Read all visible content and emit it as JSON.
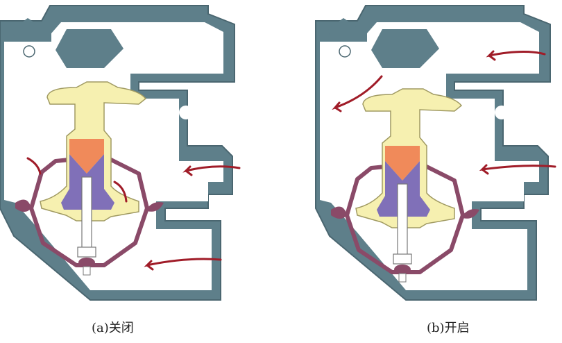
{
  "panels": [
    {
      "id": "a",
      "caption": "(a)关闭",
      "state": "closed"
    },
    {
      "id": "b",
      "caption": "(b)开启",
      "state": "open"
    }
  ],
  "colors": {
    "housing": "#5e7f8a",
    "housing_stroke": "#4a6670",
    "passage": "#ffffff",
    "valve_yellow": "#f6f0b0",
    "valve_stroke": "#a09a62",
    "wax_orange": "#f08a5a",
    "wax_purple": "#8070b8",
    "frame": "#8a4a68",
    "flow_arrow": "#a01c28"
  }
}
